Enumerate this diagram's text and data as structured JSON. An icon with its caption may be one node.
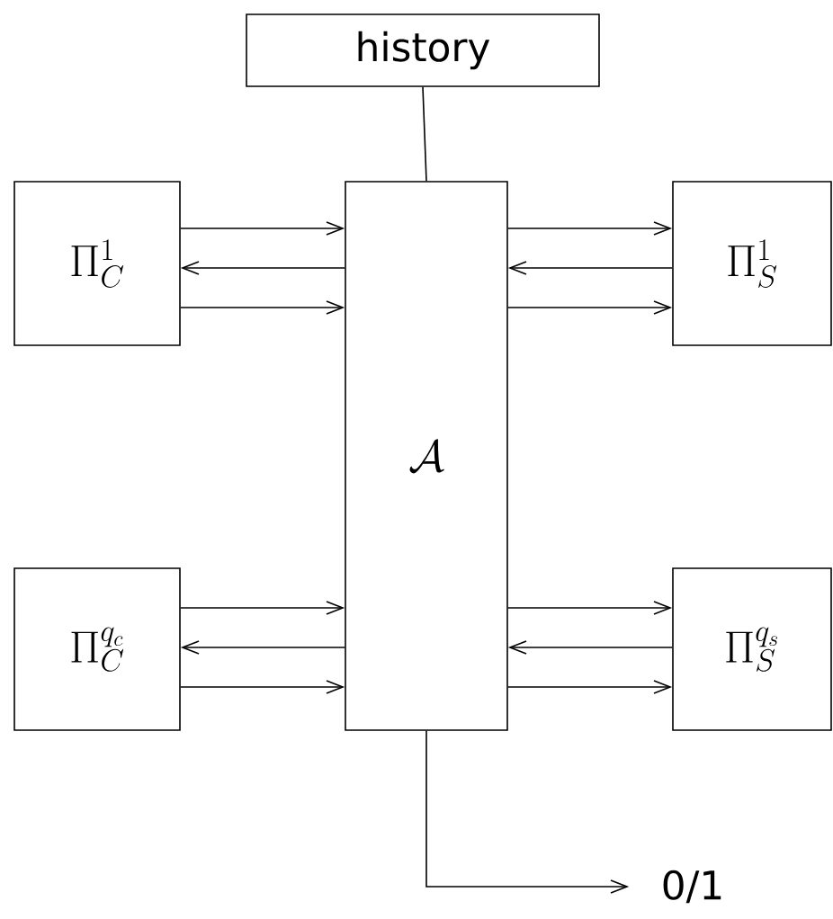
{
  "diagram": {
    "nodes": [
      {
        "text": [
          "history"
        ]
      },
      {
        "text": [
          "\\Pi_C^1"
        ]
      },
      {
        "text": [
          "\\mathcal{A}"
        ]
      },
      {
        "text": [
          "\\Pi_S^1"
        ]
      },
      {
        "text": [
          "\\Pi_C^{q_c}"
        ]
      },
      {
        "text": [
          "\\Pi_S^{q_s}"
        ]
      },
      {
        "text": [
          "0/1"
        ]
      }
    ],
    "edges": [
      {
        "from": 0,
        "to": 2,
        "arrow": "none"
      },
      {
        "from": 1,
        "to": 2,
        "arrow": "to"
      },
      {
        "from": 2,
        "to": 1,
        "arrow": "to"
      },
      {
        "from": 1,
        "to": 2,
        "arrow": "to"
      },
      {
        "from": 2,
        "to": 3,
        "arrow": "to"
      },
      {
        "from": 3,
        "to": 2,
        "arrow": "to"
      },
      {
        "from": 2,
        "to": 3,
        "arrow": "to"
      },
      {
        "from": 4,
        "to": 2,
        "arrow": "to"
      },
      {
        "from": 2,
        "to": 4,
        "arrow": "to"
      },
      {
        "from": 4,
        "to": 2,
        "arrow": "to"
      },
      {
        "from": 2,
        "to": 5,
        "arrow": "to"
      },
      {
        "from": 5,
        "to": 2,
        "arrow": "to"
      },
      {
        "from": 2,
        "to": 5,
        "arrow": "to"
      },
      {
        "from": 2,
        "to": 6,
        "arrow": "to"
      }
    ]
  }
}
